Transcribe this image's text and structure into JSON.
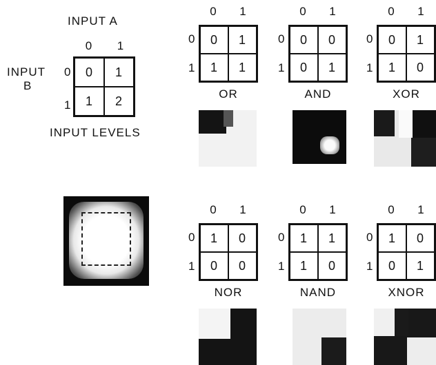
{
  "legend": {
    "input_a_label": "INPUT  A",
    "input_b_label_line1": "INPUT",
    "input_b_label_line2": "B",
    "col_headers": [
      "0",
      "1"
    ],
    "row_headers": [
      "0",
      "1"
    ],
    "cells": [
      [
        "0",
        "1"
      ],
      [
        "1",
        "2"
      ]
    ],
    "caption": "INPUT LEVELS"
  },
  "gates": [
    {
      "name": "OR",
      "headers": [
        "0",
        "1"
      ],
      "rows": [
        "0",
        "1"
      ],
      "cells": [
        [
          "0",
          "1"
        ],
        [
          "1",
          "1"
        ]
      ]
    },
    {
      "name": "AND",
      "headers": [
        "0",
        "1"
      ],
      "rows": [
        "0",
        "1"
      ],
      "cells": [
        [
          "0",
          "0"
        ],
        [
          "0",
          "1"
        ]
      ]
    },
    {
      "name": "XOR",
      "headers": [
        "0",
        "1"
      ],
      "rows": [
        "0",
        "1"
      ],
      "cells": [
        [
          "0",
          "1"
        ],
        [
          "1",
          "0"
        ]
      ]
    },
    {
      "name": "NOR",
      "headers": [
        "0",
        "1"
      ],
      "rows": [
        "0",
        "1"
      ],
      "cells": [
        [
          "1",
          "0"
        ],
        [
          "0",
          "0"
        ]
      ]
    },
    {
      "name": "NAND",
      "headers": [
        "0",
        "1"
      ],
      "rows": [
        "0",
        "1"
      ],
      "cells": [
        [
          "1",
          "1"
        ],
        [
          "1",
          "0"
        ]
      ]
    },
    {
      "name": "XNOR",
      "headers": [
        "0",
        "1"
      ],
      "rows": [
        "0",
        "1"
      ],
      "cells": [
        [
          "1",
          "0"
        ],
        [
          "0",
          "1"
        ]
      ]
    }
  ]
}
